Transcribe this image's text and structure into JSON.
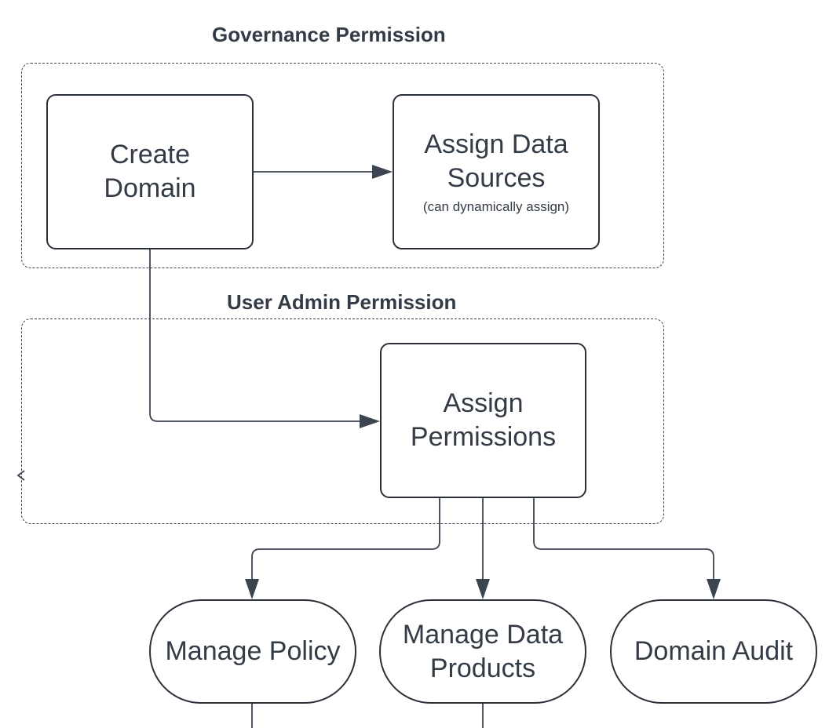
{
  "groups": {
    "governance": {
      "title": "Governance Permission"
    },
    "user_admin": {
      "title": "User Admin Permission"
    }
  },
  "nodes": {
    "create_domain": {
      "label": "Create\nDomain",
      "shape": "process"
    },
    "assign_data_sources": {
      "label": "Assign Data\nSources",
      "sublabel": "(can dynamically assign)",
      "shape": "process"
    },
    "assign_permissions": {
      "label": "Assign\nPermissions",
      "shape": "process"
    },
    "manage_policy": {
      "label": "Manage Policy",
      "shape": "terminal"
    },
    "manage_data_products": {
      "label": "Manage Data\nProducts",
      "shape": "terminal"
    },
    "domain_audit": {
      "label": "Domain Audit",
      "shape": "terminal"
    }
  },
  "edges": [
    {
      "from": "create_domain",
      "to": "assign_data_sources"
    },
    {
      "from": "create_domain",
      "to": "assign_permissions"
    },
    {
      "from": "assign_permissions",
      "to": "manage_policy"
    },
    {
      "from": "assign_permissions",
      "to": "manage_data_products"
    },
    {
      "from": "assign_permissions",
      "to": "domain_audit"
    }
  ],
  "colors": {
    "stroke": "#2b313a",
    "text": "#333c46",
    "background": "#ffffff"
  }
}
